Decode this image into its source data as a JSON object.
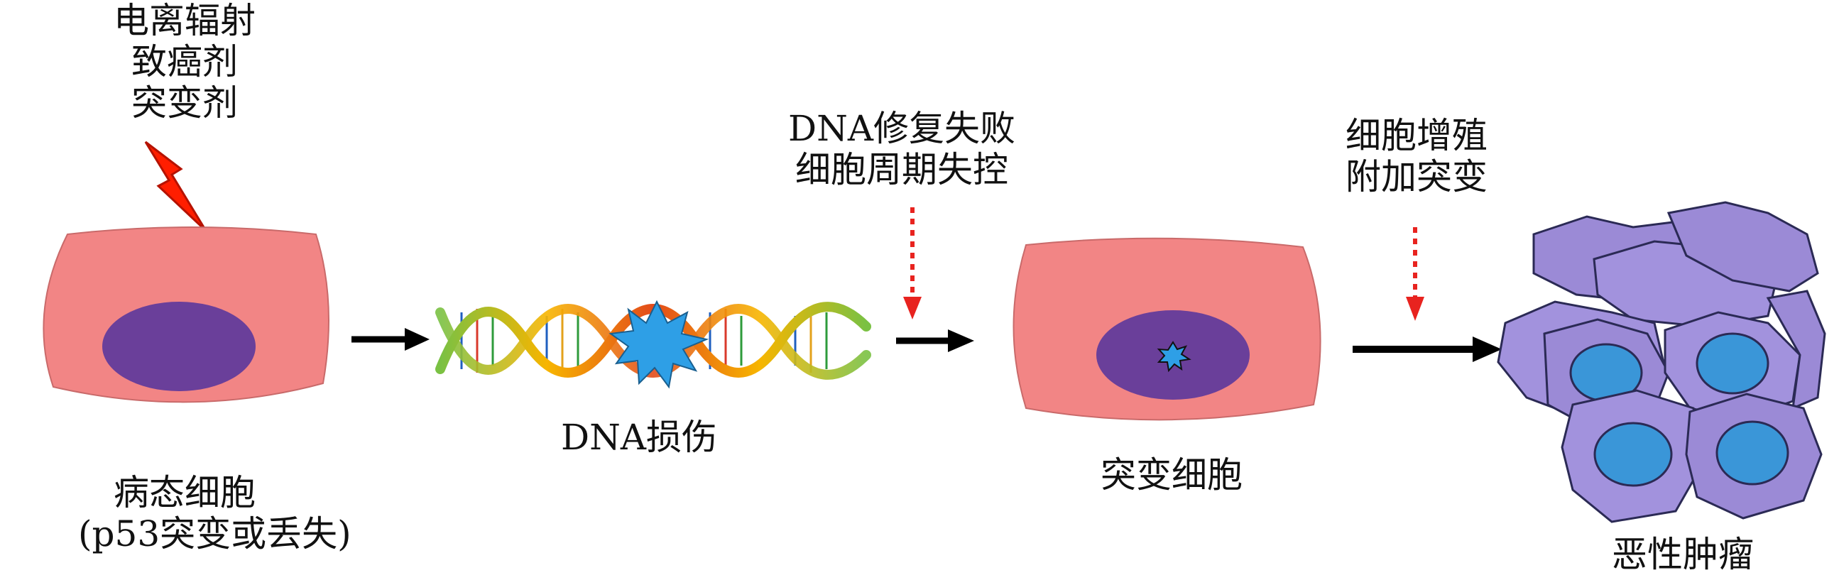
{
  "stages": {
    "diseased_cell": {
      "line1": "病态细胞",
      "line2": "(p53突变或丢失)"
    },
    "dna_damage": {
      "label": "DNA损伤"
    },
    "mutant_cell": {
      "label": "突变细胞"
    },
    "malignant_tumor": {
      "label": "恶性肿瘤"
    }
  },
  "triggers": {
    "carcinogens": {
      "line1": "电离辐射",
      "line2": "致癌剂",
      "line3": "突变剂"
    },
    "repair_failure": {
      "line1": "DNA修复失败",
      "line2": "细胞周期失控"
    },
    "proliferation": {
      "line1": "细胞增殖",
      "line2": "附加突变"
    }
  },
  "colors": {
    "cell_body": "#f28585",
    "nucleus": "#6a3f9a",
    "lightning": "#ff1e00",
    "damage_star": "#2e9fe6",
    "tumor_cell": "#9b8ad6",
    "tumor_nucleus": "#3a96d8",
    "dashed_arrow": "#e8231f",
    "flow_arrow": "#000000"
  },
  "icons": {
    "trigger_icon": "lightning-bolt-icon",
    "damage_icon": "starburst-icon"
  }
}
